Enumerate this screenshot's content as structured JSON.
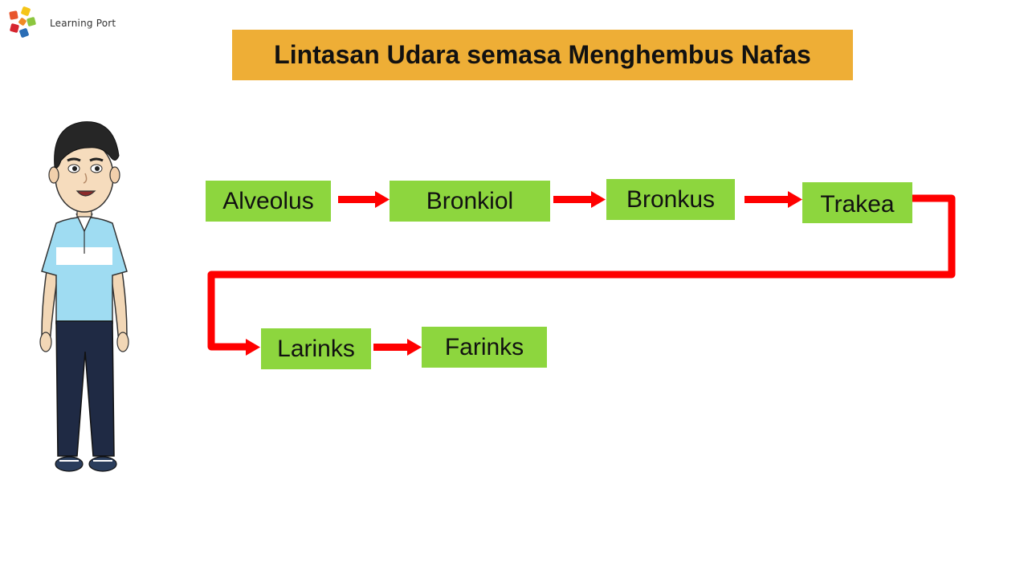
{
  "brand": {
    "name": "Learning Port",
    "logo_icon": "learning-port-logo-icon"
  },
  "title": "Lintasan Udara semasa Menghembus Nafas",
  "character_icon": "boy-character-illustration",
  "flow": {
    "nodes": [
      "Alveolus",
      "Bronkiol",
      "Bronkus",
      "Trakea",
      "Larinks",
      "Farinks"
    ],
    "arrow_color": "#ff0000",
    "node_color": "#8dd63e",
    "banner_color": "#eeae36"
  }
}
